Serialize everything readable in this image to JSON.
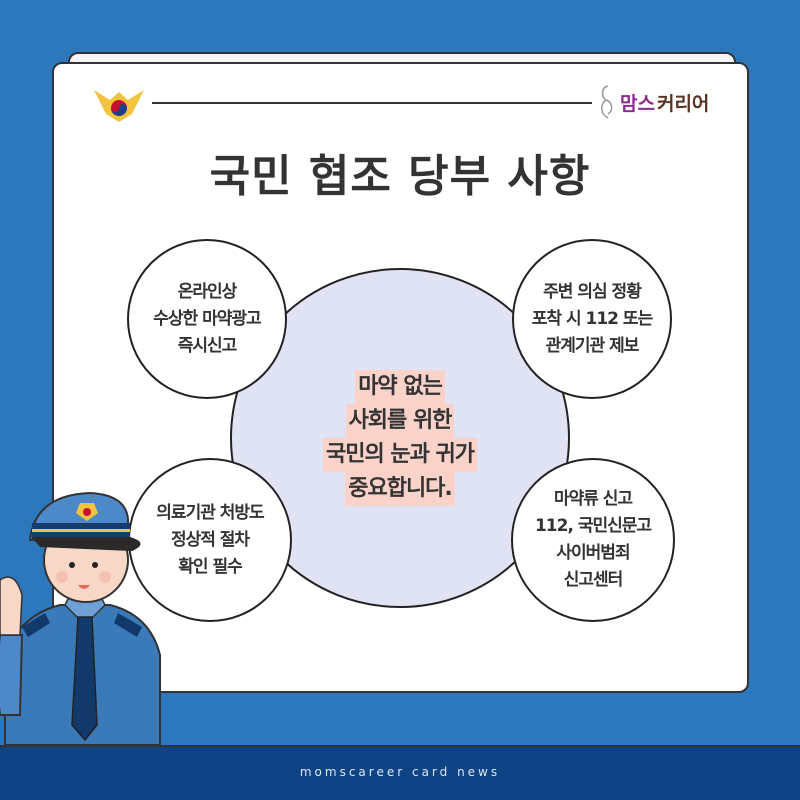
{
  "header": {
    "logo_text_part1": "맘스",
    "logo_text_part2": "커리어",
    "title": "국민 협조 당부 사항"
  },
  "center": {
    "lines": [
      "마약 없는",
      "사회를 위한",
      "국민의 눈과 귀가",
      "중요합니다."
    ]
  },
  "items": [
    {
      "lines": [
        "온라인상",
        "수상한 마약광고",
        "즉시신고"
      ]
    },
    {
      "lines": [
        "주변 의심 정황",
        "포착 시 112 또는",
        "관계기관 제보"
      ]
    },
    {
      "lines": [
        "의료기관 처방도",
        "정상적 절차",
        "확인 필수"
      ]
    },
    {
      "lines": [
        "마약류 신고",
        "112, 국민신문고",
        "사이버범죄",
        "신고센터"
      ]
    }
  ],
  "footer": {
    "text": "momscareer card news"
  },
  "colors": {
    "background": "#2d78bd",
    "footer": "#0e4484",
    "highlight": "#f9d3c9",
    "center_circle": "#dfe3f4"
  }
}
